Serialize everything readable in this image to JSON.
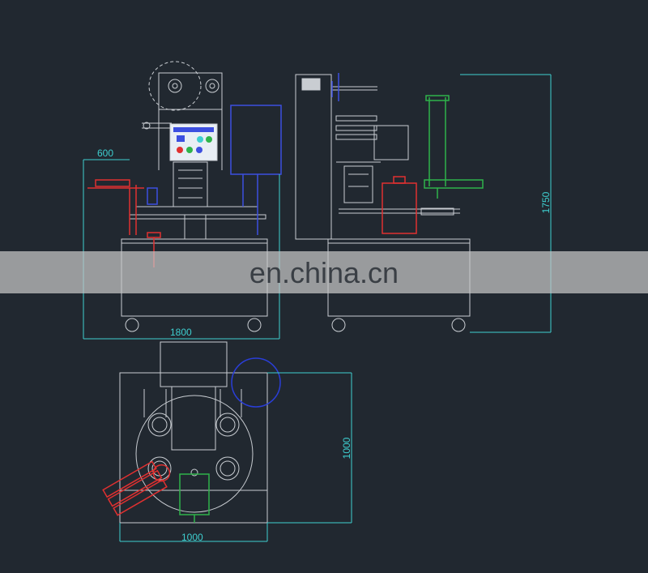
{
  "colors": {
    "background": "#212830",
    "machine_line": "#c9cdd2",
    "dimension": "#3ecfd0",
    "red_part": "#e03030",
    "blue_part": "#3c4fe0",
    "green_part": "#2fb34a",
    "dark_blue_circle": "#2a3ed8"
  },
  "dimensions": {
    "left_view_width": "1800",
    "left_view_extension": "600",
    "side_view_height": "1750",
    "top_view_width": "1000",
    "top_view_depth": "1000"
  },
  "watermark": {
    "text": "en.china.cn"
  }
}
